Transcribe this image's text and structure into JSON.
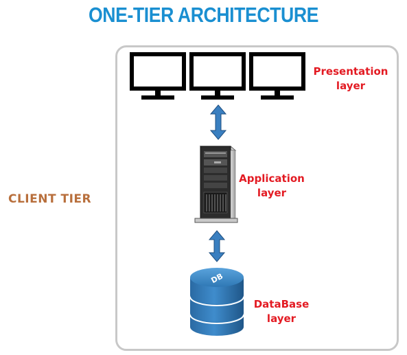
{
  "title": "ONE-TIER ARCHITECTURE",
  "tier_label": "CLIENT TIER",
  "layers": {
    "presentation": {
      "line1": "Presentation",
      "line2": "layer"
    },
    "application": {
      "line1": "Application",
      "line2": "layer"
    },
    "database": {
      "line1": "DataBase",
      "line2": "layer",
      "icon_text": "DB"
    }
  },
  "colors": {
    "title": "#1a8fd1",
    "tier_label": "#b86f3c",
    "layer_label": "#e31b23",
    "arrow": "#3a7fc0",
    "database": "#2f78b5",
    "frame": "#c8c8c8"
  },
  "icons": [
    "monitor-icon",
    "monitor-icon",
    "monitor-icon",
    "server-tower-icon",
    "database-cylinder-icon",
    "double-arrow-icon"
  ]
}
